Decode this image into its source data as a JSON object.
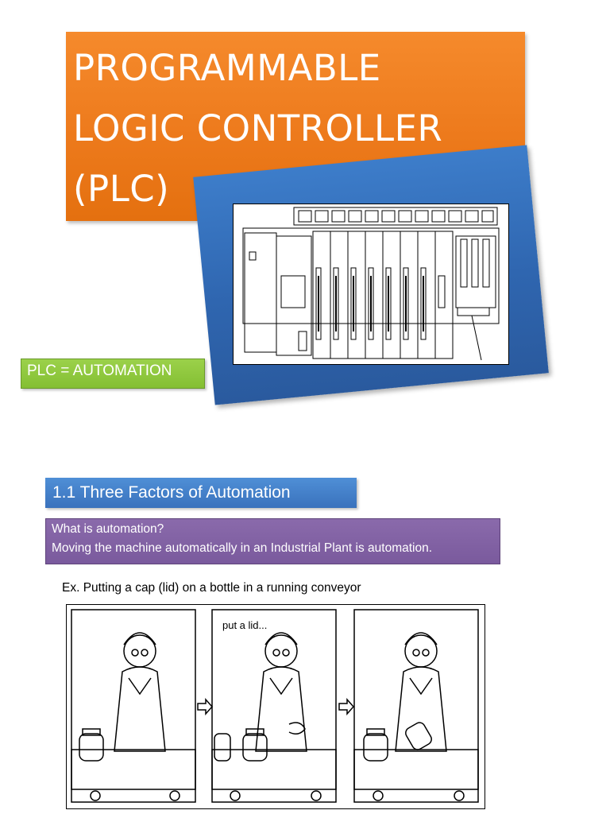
{
  "title": {
    "line1": "PROGRAMMABLE",
    "line2": "LOGIC CONTROLLER",
    "line3": "(PLC)"
  },
  "plc_label": "PLC = AUTOMATION",
  "section": {
    "heading": "1.1  Three Factors of Automation"
  },
  "definition": {
    "question": "What is automation?",
    "answer": "Moving the machine automatically in an Industrial Plant is automation."
  },
  "example": {
    "text": "Ex. Putting a cap (lid) on a bottle in a running conveyor",
    "panel_caption": "put a lid..."
  },
  "colors": {
    "title_bg": "#ed7a1c",
    "panel_bg": "#2f66b0",
    "label_bg": "#84bf33",
    "section_bg": "#3a72bd",
    "definition_bg": "#7a5a9d"
  },
  "illustrations": {
    "plc_hardware": "plc-rack-drawing",
    "comic": [
      "woman-beside-jar",
      "woman-holding-lid",
      "woman-capping-jar"
    ]
  }
}
